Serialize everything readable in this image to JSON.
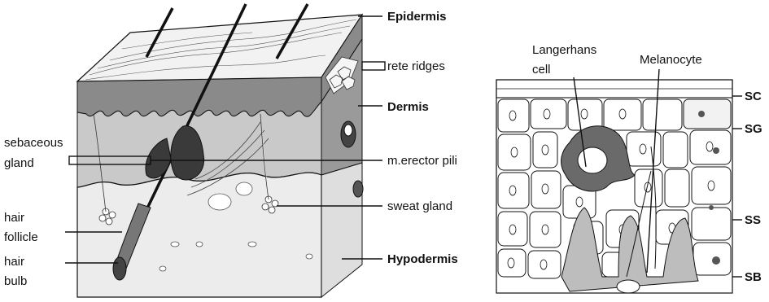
{
  "left_labels": {
    "epidermis": "Epidermis",
    "rete_ridges": "rete ridges",
    "dermis": "Dermis",
    "sebaceous_gland_1": "sebaceous",
    "sebaceous_gland_2": "gland",
    "erector_pili": "m.erector pili",
    "sweat_gland": "sweat gland",
    "hair_follicle_1": "hair",
    "hair_follicle_2": "follicle",
    "hair_bulb_1": "hair",
    "hair_bulb_2": "bulb",
    "hypodermis": "Hypodermis"
  },
  "right_labels": {
    "langerhans_1": "Langerhans",
    "langerhans_2": "cell",
    "melanocyte": "Melanocyte",
    "sc": "SC",
    "sg": "SG",
    "ss": "SS",
    "sb": "SB"
  },
  "colors": {
    "ink": "#111111",
    "epidermis_gray": "#8a8a8a",
    "dermis_light": "#c9c9c9",
    "dermis_side": "#9a9a9a",
    "hypodermis": "#e6e6e6",
    "cell_fill": "#ffffff",
    "dark_cell": "#5a5a5a"
  }
}
